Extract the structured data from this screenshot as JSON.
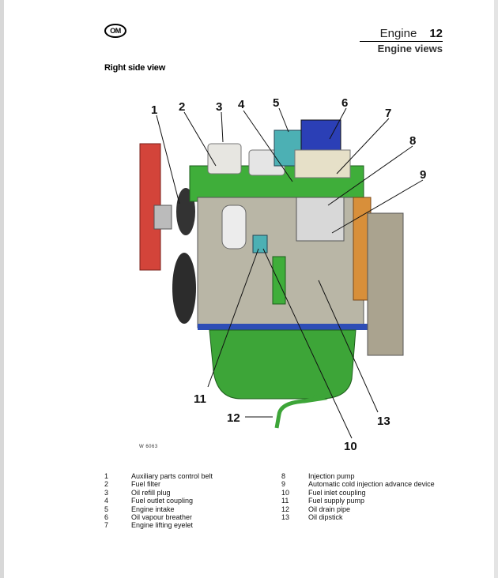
{
  "header": {
    "logo_text": "OM",
    "section": "Engine",
    "page_number": "12",
    "subsection": "Engine views"
  },
  "section_title": "Right side view",
  "figure": {
    "code": "W 6063",
    "callouts": [
      "1",
      "2",
      "3",
      "4",
      "5",
      "6",
      "7",
      "8",
      "9",
      "10",
      "11",
      "12",
      "13"
    ]
  },
  "legend": [
    {
      "num": "1",
      "text": "Auxiliary parts control belt"
    },
    {
      "num": "2",
      "text": "Fuel filter"
    },
    {
      "num": "3",
      "text": "Oil refill plug"
    },
    {
      "num": "4",
      "text": "Fuel outlet coupling"
    },
    {
      "num": "5",
      "text": "Engine intake"
    },
    {
      "num": "6",
      "text": "Oil vapour breather"
    },
    {
      "num": "7",
      "text": "Engine lifting eyelet"
    },
    {
      "num": "8",
      "text": "Injection pump"
    },
    {
      "num": "9",
      "text": "Automatic cold injection advance device"
    },
    {
      "num": "10",
      "text": "Fuel inlet coupling"
    },
    {
      "num": "11",
      "text": "Fuel supply pump"
    },
    {
      "num": "12",
      "text": "Oil drain pipe"
    },
    {
      "num": "13",
      "text": "Oil dipstick"
    }
  ]
}
